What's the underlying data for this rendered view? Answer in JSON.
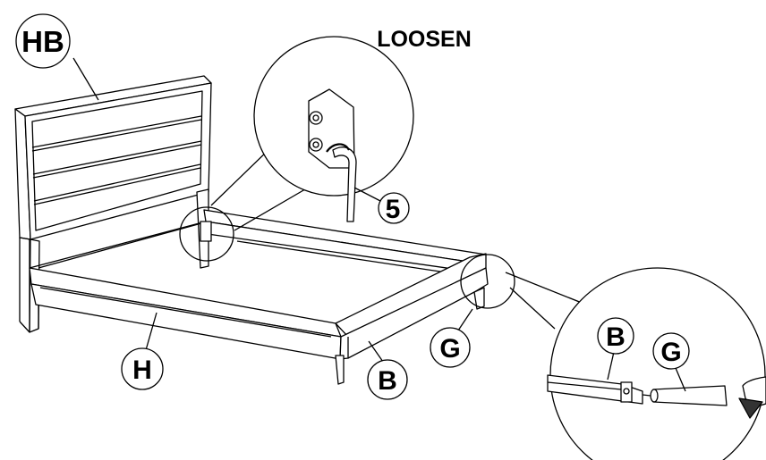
{
  "title": "LOOSEN",
  "callouts": {
    "headboard": "HB",
    "side_rail": "H",
    "footboard": "B",
    "leg": "G",
    "tool": "5",
    "detail_footboard": "B",
    "detail_leg": "G"
  },
  "colors": {
    "line": "#000000",
    "fill": "#ffffff",
    "grey": "#d8d8d8"
  }
}
